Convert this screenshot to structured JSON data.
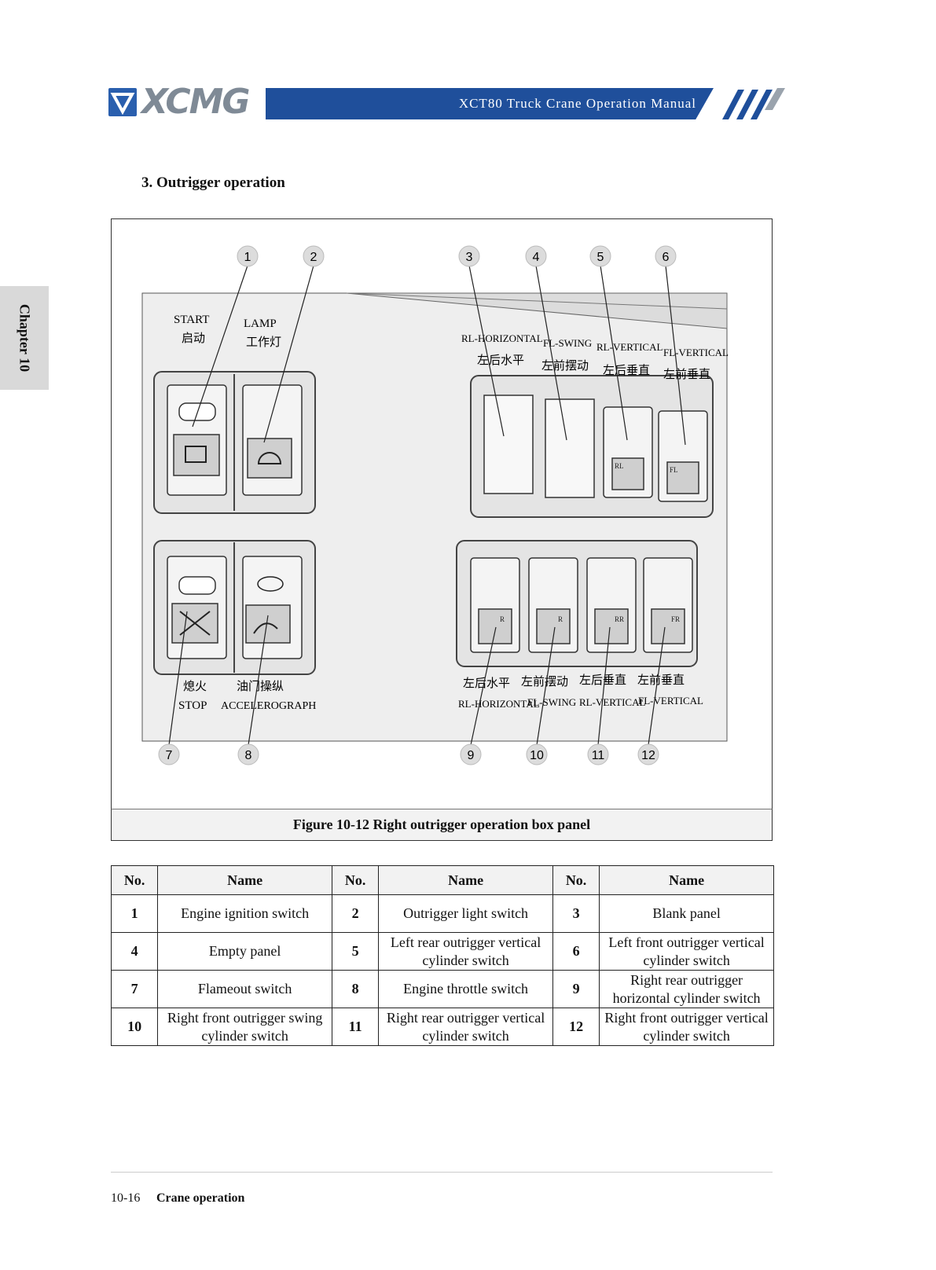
{
  "header": {
    "brand": "XCMG",
    "title": "XCT80 Truck Crane Operation Manual"
  },
  "side_tab": {
    "label": "Chapter 10"
  },
  "section": {
    "heading": "3. Outrigger operation"
  },
  "figure": {
    "caption": "Figure 10-12 Right outrigger operation box panel",
    "callouts": [
      "1",
      "2",
      "3",
      "4",
      "5",
      "6",
      "7",
      "8",
      "9",
      "10",
      "11",
      "12"
    ],
    "labels": {
      "start_en": "START",
      "start_cn": "启动",
      "lamp_en": "LAMP",
      "lamp_cn": "工作灯",
      "stop_cn": "熄火",
      "stop_en": "STOP",
      "accel_cn": "油门操纵",
      "accel_en": "ACCELEROGRAPH",
      "top_en": [
        "RL-HORIZONTAL",
        "FL-SWING",
        "RL-VERTICAL",
        "FL-VERTICAL"
      ],
      "top_cn": [
        "左后水平",
        "左前摆动",
        "左后垂直",
        "左前垂直"
      ],
      "bottom_cn": [
        "左后水平",
        "左前摆动",
        "左后垂直",
        "左前垂直"
      ],
      "bottom_en": [
        "RL-HORIZONTAL",
        "FL-SWING",
        "RL-VERTICAL",
        "FL-VERTICAL"
      ],
      "switch_marks": [
        "RL",
        "FL",
        "R",
        "R",
        "RR",
        "FR"
      ]
    }
  },
  "table": {
    "headers": [
      "No.",
      "Name",
      "No.",
      "Name",
      "No.",
      "Name"
    ],
    "rows": [
      [
        {
          "no": "1",
          "name": "Engine ignition switch"
        },
        {
          "no": "2",
          "name": "Outrigger light switch"
        },
        {
          "no": "3",
          "name": "Blank panel"
        }
      ],
      [
        {
          "no": "4",
          "name": "Empty panel"
        },
        {
          "no": "5",
          "name": "Left rear outrigger vertical cylinder switch"
        },
        {
          "no": "6",
          "name": "Left front outrigger vertical cylinder switch"
        }
      ],
      [
        {
          "no": "7",
          "name": "Flameout switch"
        },
        {
          "no": "8",
          "name": "Engine throttle switch"
        },
        {
          "no": "9",
          "name": "Right rear outrigger horizontal cylinder switch"
        }
      ],
      [
        {
          "no": "10",
          "name": "Right front outrigger swing cylinder switch"
        },
        {
          "no": "11",
          "name": "Right rear outrigger vertical cylinder switch"
        },
        {
          "no": "12",
          "name": "Right front outrigger vertical cylinder switch"
        }
      ]
    ]
  },
  "footer": {
    "page_number": "10-16",
    "section": "Crane operation"
  }
}
